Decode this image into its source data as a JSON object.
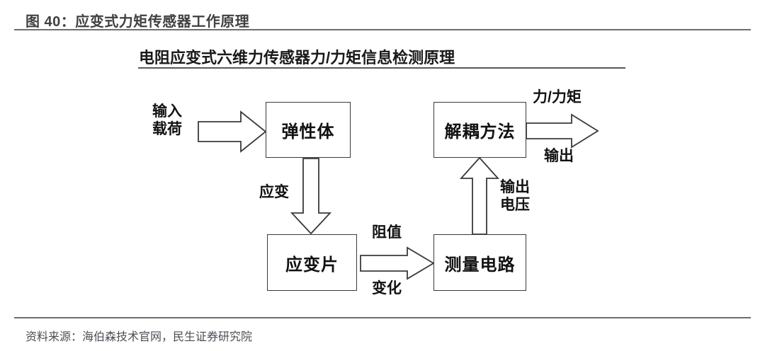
{
  "header": {
    "figure_title": "图 40：应变式力矩传感器工作原理"
  },
  "chart": {
    "subtitle": "电阻应变式六维力传感器力/力矩信息检测原理",
    "nodes": [
      {
        "id": "elastic-body",
        "label": "弹性体"
      },
      {
        "id": "strain-gauge",
        "label": "应变片"
      },
      {
        "id": "measuring-circuit",
        "label": "测量电路"
      },
      {
        "id": "decoupling-method",
        "label": "解耦方法"
      }
    ],
    "edges": [
      {
        "id": "input-load",
        "label_line1": "输入",
        "label_line2": "载荷",
        "direction": "right"
      },
      {
        "id": "strain",
        "label_line1": "应变",
        "label_line2": "",
        "direction": "down"
      },
      {
        "id": "resistance-change",
        "label_line1": "阻值",
        "label_line2": "变化",
        "direction": "right"
      },
      {
        "id": "output-voltage",
        "label_line1": "输出",
        "label_line2": "电压",
        "direction": "up"
      },
      {
        "id": "force-torque",
        "label_line1": "力/力矩",
        "label_line2": "输出",
        "direction": "right"
      }
    ]
  },
  "footer": {
    "source": "资料来源：海伯森技术官网，民生证券研究院"
  },
  "colors": {
    "title_text": "#404040",
    "rule": "#6b6f73",
    "box_stroke": "#3a3a3a",
    "diagram_text": "#111111",
    "source_text": "#4a4f55"
  },
  "chart_data": {
    "type": "diagram",
    "title": "电阻应变式六维力传感器力/力矩信息检测原理",
    "nodes": [
      "弹性体",
      "应变片",
      "测量电路",
      "解耦方法"
    ],
    "flow": [
      {
        "from": "输入载荷",
        "to": "弹性体",
        "label": "输入载荷"
      },
      {
        "from": "弹性体",
        "to": "应变片",
        "label": "应变"
      },
      {
        "from": "应变片",
        "to": "测量电路",
        "label": "阻值变化"
      },
      {
        "from": "测量电路",
        "to": "解耦方法",
        "label": "输出电压"
      },
      {
        "from": "解耦方法",
        "to": "力/力矩输出",
        "label": "力/力矩输出"
      }
    ]
  }
}
